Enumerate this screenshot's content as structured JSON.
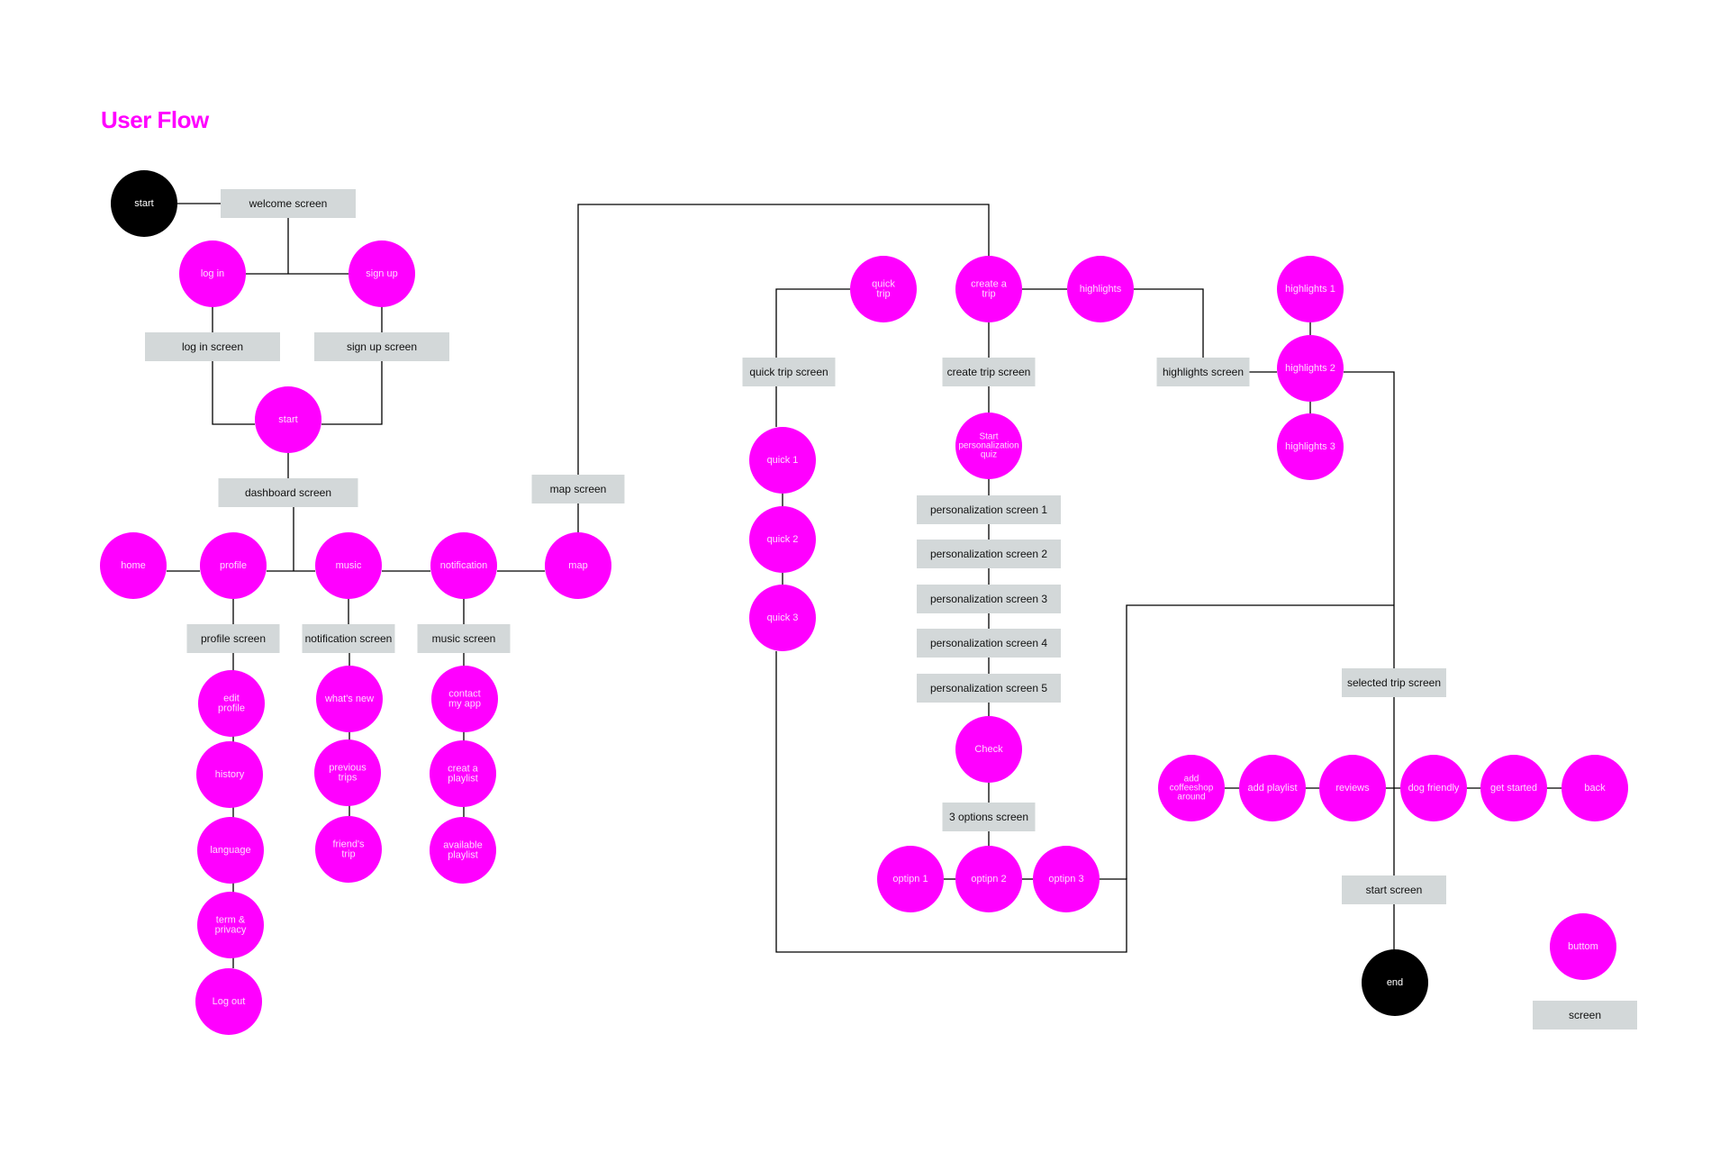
{
  "title": "User Flow",
  "colors": {
    "accent": "#FF00FF",
    "terminal": "#000000",
    "screen_box": "#D3D8D9",
    "line": "#000000",
    "circle_text": "#FFD9FF",
    "box_text": "#111111"
  },
  "nodes": {
    "start_top": {
      "kind": "terminal",
      "lines": [
        "start"
      ]
    },
    "welcome_screen": {
      "kind": "screen",
      "lines": [
        "welcome screen"
      ]
    },
    "log_in": {
      "kind": "action",
      "lines": [
        "log in"
      ]
    },
    "sign_up": {
      "kind": "action",
      "lines": [
        "sign up"
      ]
    },
    "log_in_screen": {
      "kind": "screen",
      "lines": [
        "log in screen"
      ]
    },
    "sign_up_screen": {
      "kind": "screen",
      "lines": [
        "sign up screen"
      ]
    },
    "start_mid": {
      "kind": "action",
      "lines": [
        "start"
      ]
    },
    "dashboard_screen": {
      "kind": "screen",
      "lines": [
        "dashboard screen"
      ]
    },
    "home": {
      "kind": "action",
      "lines": [
        "home"
      ]
    },
    "profile": {
      "kind": "action",
      "lines": [
        "profile"
      ]
    },
    "music": {
      "kind": "action",
      "lines": [
        "music"
      ]
    },
    "notification": {
      "kind": "action",
      "lines": [
        "notification"
      ]
    },
    "map": {
      "kind": "action",
      "lines": [
        "map"
      ]
    },
    "map_screen": {
      "kind": "screen",
      "lines": [
        "map screen"
      ]
    },
    "profile_screen": {
      "kind": "screen",
      "lines": [
        "profile screen"
      ]
    },
    "notification_screen": {
      "kind": "screen",
      "lines": [
        "notification screen"
      ]
    },
    "music_screen": {
      "kind": "screen",
      "lines": [
        "music screen"
      ]
    },
    "edit_profile": {
      "kind": "action",
      "lines": [
        "edit",
        "profile"
      ]
    },
    "history": {
      "kind": "action",
      "lines": [
        "history"
      ]
    },
    "language": {
      "kind": "action",
      "lines": [
        "language"
      ]
    },
    "term_privacy": {
      "kind": "action",
      "lines": [
        "term &",
        "privacy"
      ]
    },
    "log_out": {
      "kind": "action",
      "lines": [
        "Log out"
      ]
    },
    "whats_new": {
      "kind": "action",
      "lines": [
        "what's new"
      ]
    },
    "previous_trips": {
      "kind": "action",
      "lines": [
        "previous",
        "trips"
      ]
    },
    "friends_trip": {
      "kind": "action",
      "lines": [
        "friend's",
        "trip"
      ]
    },
    "contact_app": {
      "kind": "action",
      "lines": [
        "contact",
        "my app"
      ]
    },
    "create_playlist": {
      "kind": "action",
      "lines": [
        "creat a",
        "playlist"
      ]
    },
    "available_playlist": {
      "kind": "action",
      "lines": [
        "available",
        "playlist"
      ]
    },
    "quick_trip": {
      "kind": "action",
      "lines": [
        "quick",
        "trip"
      ]
    },
    "create_trip": {
      "kind": "action",
      "lines": [
        "create a",
        "trip"
      ]
    },
    "highlights": {
      "kind": "action",
      "lines": [
        "highlights"
      ]
    },
    "quick_trip_screen": {
      "kind": "screen",
      "lines": [
        "quick trip screen"
      ]
    },
    "create_trip_screen": {
      "kind": "screen",
      "lines": [
        "create trip screen"
      ]
    },
    "highlights_screen": {
      "kind": "screen",
      "lines": [
        "highlights screen"
      ]
    },
    "highlights_1": {
      "kind": "action",
      "lines": [
        "highlights 1"
      ]
    },
    "highlights_2": {
      "kind": "action",
      "lines": [
        "highlights 2"
      ]
    },
    "highlights_3": {
      "kind": "action",
      "lines": [
        "highlights 3"
      ]
    },
    "quick_1": {
      "kind": "action",
      "lines": [
        "quick 1"
      ]
    },
    "quick_2": {
      "kind": "action",
      "lines": [
        "quick 2"
      ]
    },
    "quick_3": {
      "kind": "action",
      "lines": [
        "quick 3"
      ]
    },
    "start_quiz": {
      "kind": "action",
      "lines": [
        "Start",
        "personalization",
        "quiz"
      ]
    },
    "pers_1": {
      "kind": "screen",
      "lines": [
        "personalization screen 1"
      ]
    },
    "pers_2": {
      "kind": "screen",
      "lines": [
        "personalization screen 2"
      ]
    },
    "pers_3": {
      "kind": "screen",
      "lines": [
        "personalization screen 3"
      ]
    },
    "pers_4": {
      "kind": "screen",
      "lines": [
        "personalization screen 4"
      ]
    },
    "pers_5": {
      "kind": "screen",
      "lines": [
        "personalization screen 5"
      ]
    },
    "check": {
      "kind": "action",
      "lines": [
        "Check"
      ]
    },
    "options_screen": {
      "kind": "screen",
      "lines": [
        "3 options screen"
      ]
    },
    "option_1": {
      "kind": "action",
      "lines": [
        "optipn 1"
      ]
    },
    "option_2": {
      "kind": "action",
      "lines": [
        "optipn 2"
      ]
    },
    "option_3": {
      "kind": "action",
      "lines": [
        "optipn 3"
      ]
    },
    "selected_trip_screen": {
      "kind": "screen",
      "lines": [
        "selected trip screen"
      ]
    },
    "add_coffeeshop": {
      "kind": "action",
      "lines": [
        "add",
        "coffeeshop",
        "around"
      ]
    },
    "add_playlist": {
      "kind": "action",
      "lines": [
        "add playlist"
      ]
    },
    "reviews": {
      "kind": "action",
      "lines": [
        "reviews"
      ]
    },
    "dog_friendly": {
      "kind": "action",
      "lines": [
        "dog friendly"
      ]
    },
    "get_started": {
      "kind": "action",
      "lines": [
        "get started"
      ]
    },
    "back": {
      "kind": "action",
      "lines": [
        "back"
      ]
    },
    "start_screen": {
      "kind": "screen",
      "lines": [
        "start screen"
      ]
    },
    "end": {
      "kind": "terminal",
      "lines": [
        "end"
      ]
    },
    "legend_button": {
      "kind": "action",
      "lines": [
        "buttom"
      ]
    },
    "legend_screen": {
      "kind": "screen",
      "lines": [
        "screen"
      ]
    }
  }
}
